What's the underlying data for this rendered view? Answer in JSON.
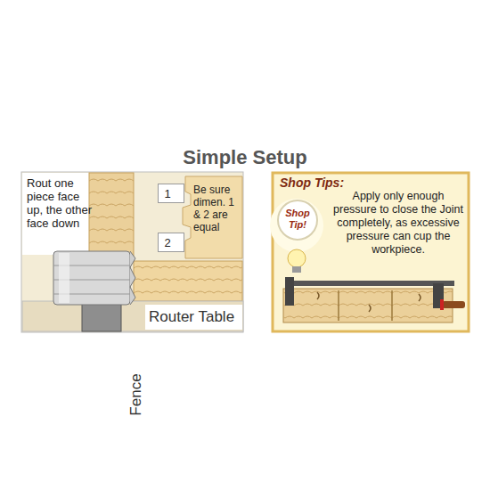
{
  "diagram": {
    "title": "Simple Setup",
    "nodes": [
      {
        "text": [
          "Rout one piece face up, the other face down"
        ]
      },
      {
        "text": [
          "Fence"
        ],
        "in": 0
      },
      {
        "text": [
          "1"
        ],
        "in": 0
      },
      {
        "text": [
          "2"
        ],
        "in": 0
      },
      {
        "text": [
          "Router Table"
        ],
        "in": 0
      },
      {
        "text": [
          "Shop Tips:",
          "Apply only enough pressure to close the Joint completely, as excessive pressure can cup the workpiece."
        ]
      },
      {
        "text": [
          "Shop Tip!"
        ],
        "in": 5
      }
    ],
    "labels": [
      "Be sure dimen. 1 & 2 are equal"
    ]
  }
}
